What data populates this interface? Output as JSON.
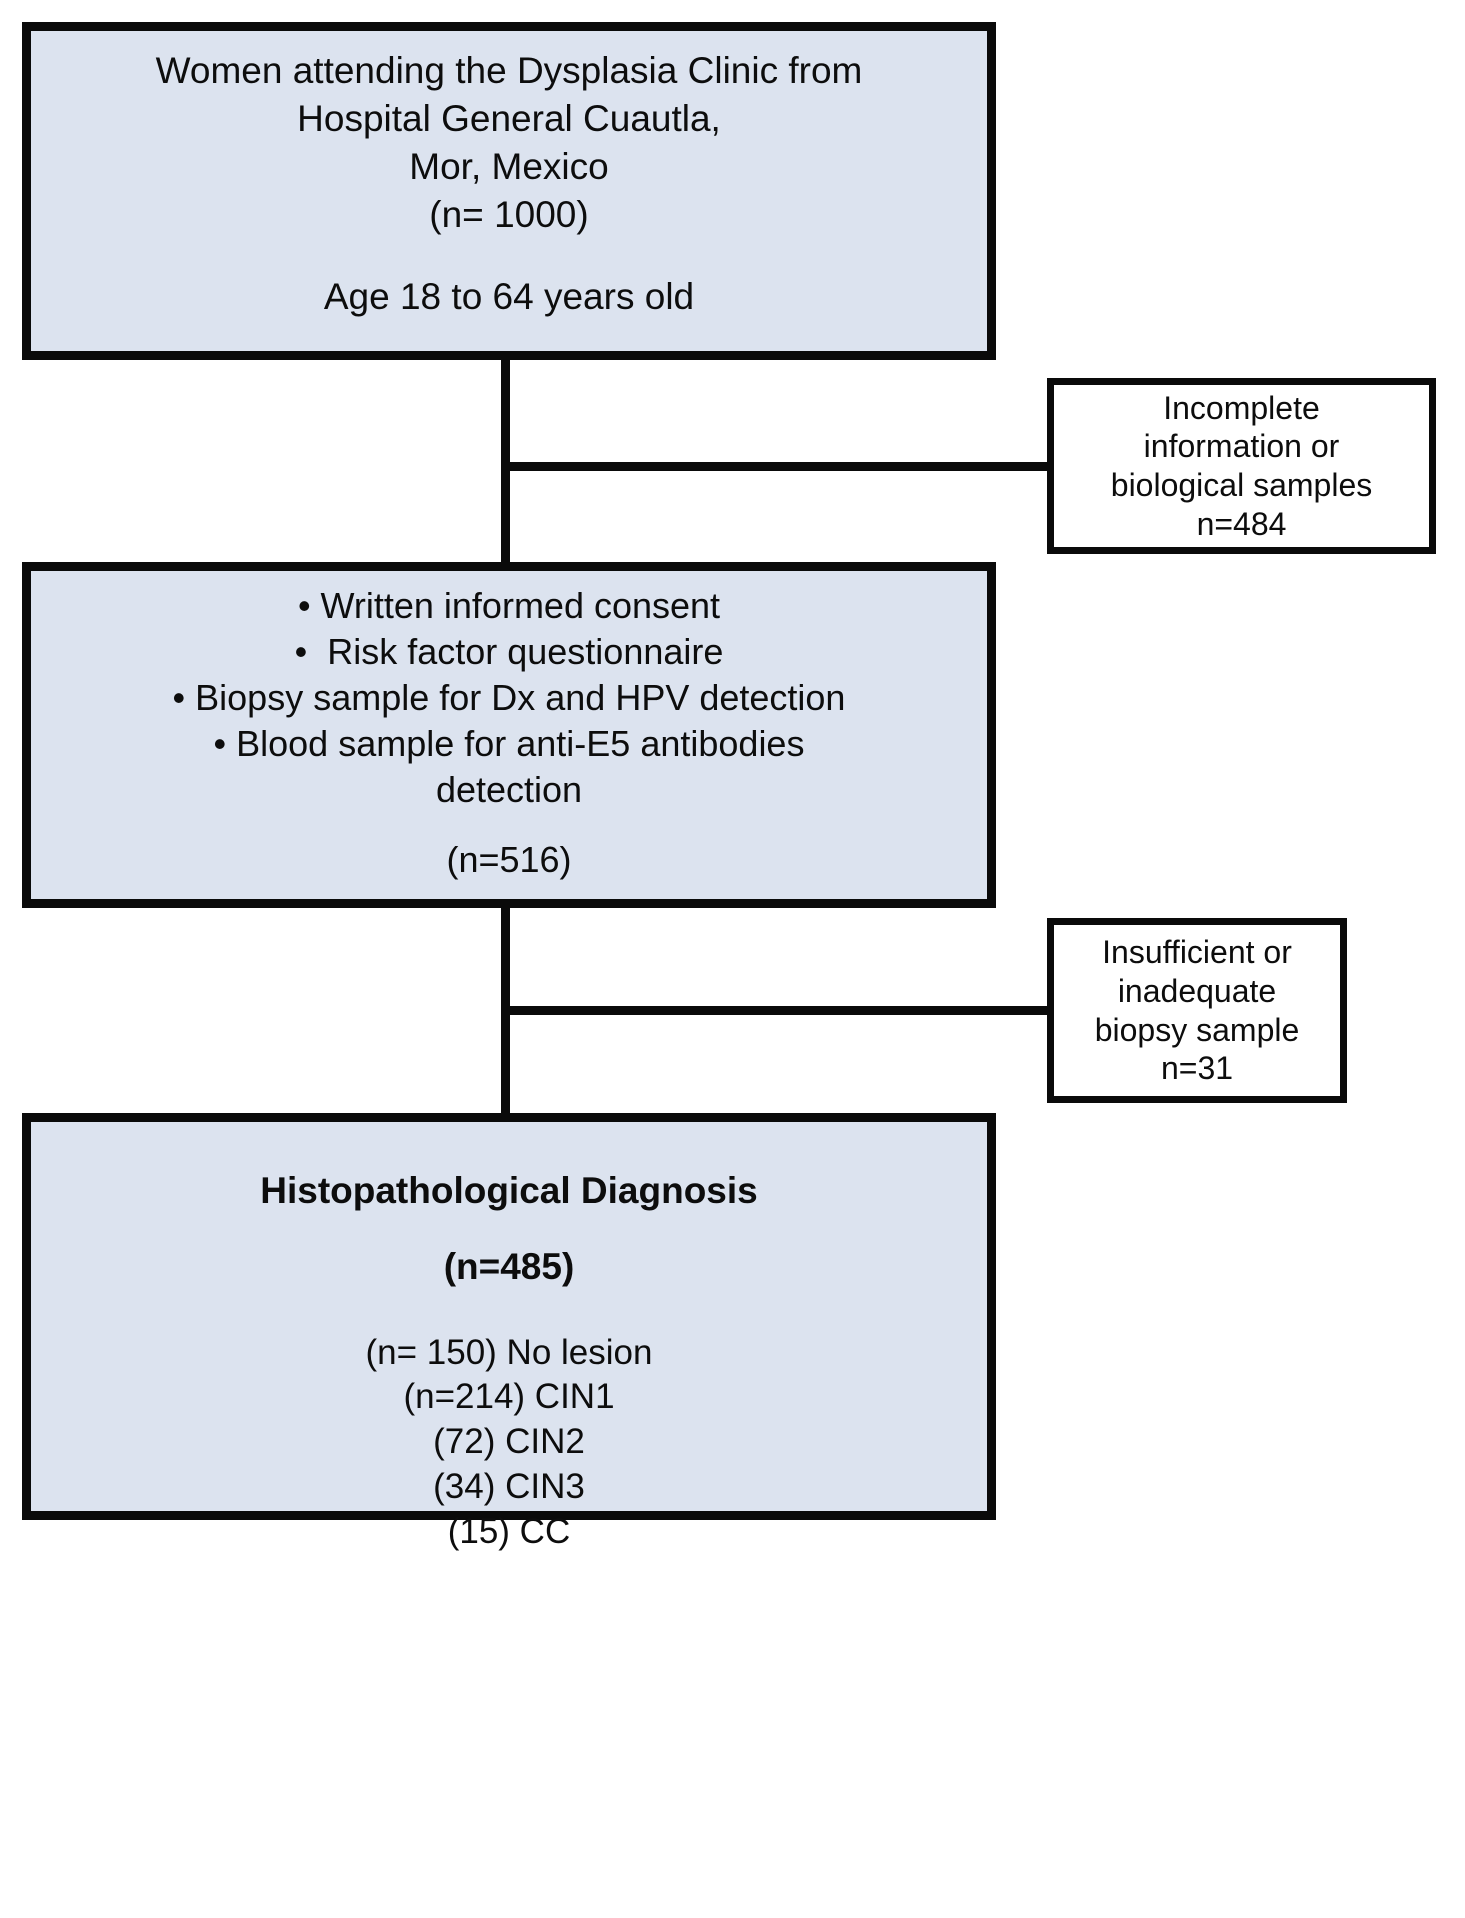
{
  "figure": {
    "type": "flowchart",
    "orientation": "top-to-bottom",
    "accent_fill": "#dce3ef",
    "border_color": "#0a0a0a",
    "background": "#ffffff"
  },
  "nodes": {
    "source": {
      "id": "source-population",
      "lines": [
        "Women attending the Dysplasia Clinic from",
        "Hospital General Cuautla,",
        "Mor, Mexico",
        "(n= 1000)"
      ],
      "age_line": "Age 18 to 64 years old",
      "n": 1000
    },
    "procedures": {
      "id": "study-procedures",
      "bullets": [
        "• Written informed consent",
        "•  Risk factor questionnaire",
        "• Biopsy sample for Dx and HPV detection",
        "• Blood sample for anti-E5 antibodies",
        "detection"
      ],
      "count_line": "(n=516)",
      "n": 516
    },
    "diagnosis": {
      "id": "histopathological-diagnosis",
      "title": "Histopathological Diagnosis",
      "count_line": "(n=485)",
      "n": 485,
      "breakdown": [
        "(n= 150) No lesion",
        "(n=214) CIN1",
        "(72) CIN2",
        "(34) CIN3",
        "(15) CC"
      ],
      "categories": [
        {
          "label": "No lesion",
          "value": 150
        },
        {
          "label": "CIN1",
          "value": 214
        },
        {
          "label": "CIN2",
          "value": 72
        },
        {
          "label": "CIN3",
          "value": 34
        },
        {
          "label": "CC",
          "value": 15
        }
      ]
    }
  },
  "exclusions": [
    {
      "id": "exclusion-incomplete",
      "lines": [
        "Incomplete",
        "information or",
        "biological samples",
        "n=484"
      ],
      "n": 484
    },
    {
      "id": "exclusion-biopsy",
      "lines": [
        "Insufficient or",
        "inadequate",
        "biopsy sample",
        "n=31"
      ],
      "n": 31
    }
  ]
}
